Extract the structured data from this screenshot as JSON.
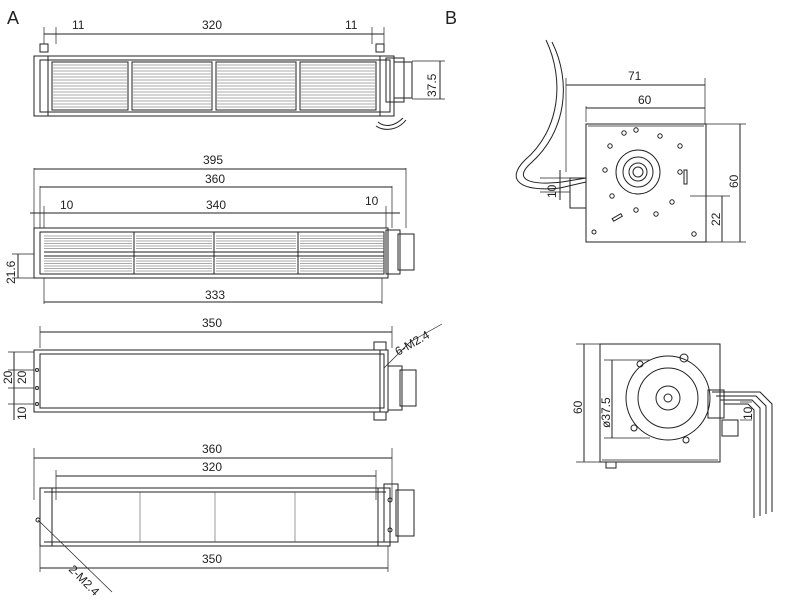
{
  "panels": {
    "a": "A",
    "b": "B"
  },
  "view1": {
    "d_left": "11",
    "d_mid": "320",
    "d_right": "11",
    "d_height": "37.5"
  },
  "view2": {
    "d_395": "395",
    "d_360": "360",
    "d_10l": "10",
    "d_340": "340",
    "d_10r": "10",
    "d_216": "21.6",
    "d_333": "333"
  },
  "view3": {
    "d_350": "350",
    "d_20a": "20",
    "d_20b": "20",
    "d_10": "10",
    "screw": "6-M2.4"
  },
  "view4": {
    "d_360": "360",
    "d_320": "320",
    "d_350": "350",
    "screw": "2-M2.4"
  },
  "motor_top": {
    "d_71": "71",
    "d_60w": "60",
    "d_60h": "60",
    "d_22": "22",
    "d_10": "10"
  },
  "motor_bottom": {
    "d_60": "60",
    "d_dia": "ø37.5",
    "d_10": "10"
  }
}
